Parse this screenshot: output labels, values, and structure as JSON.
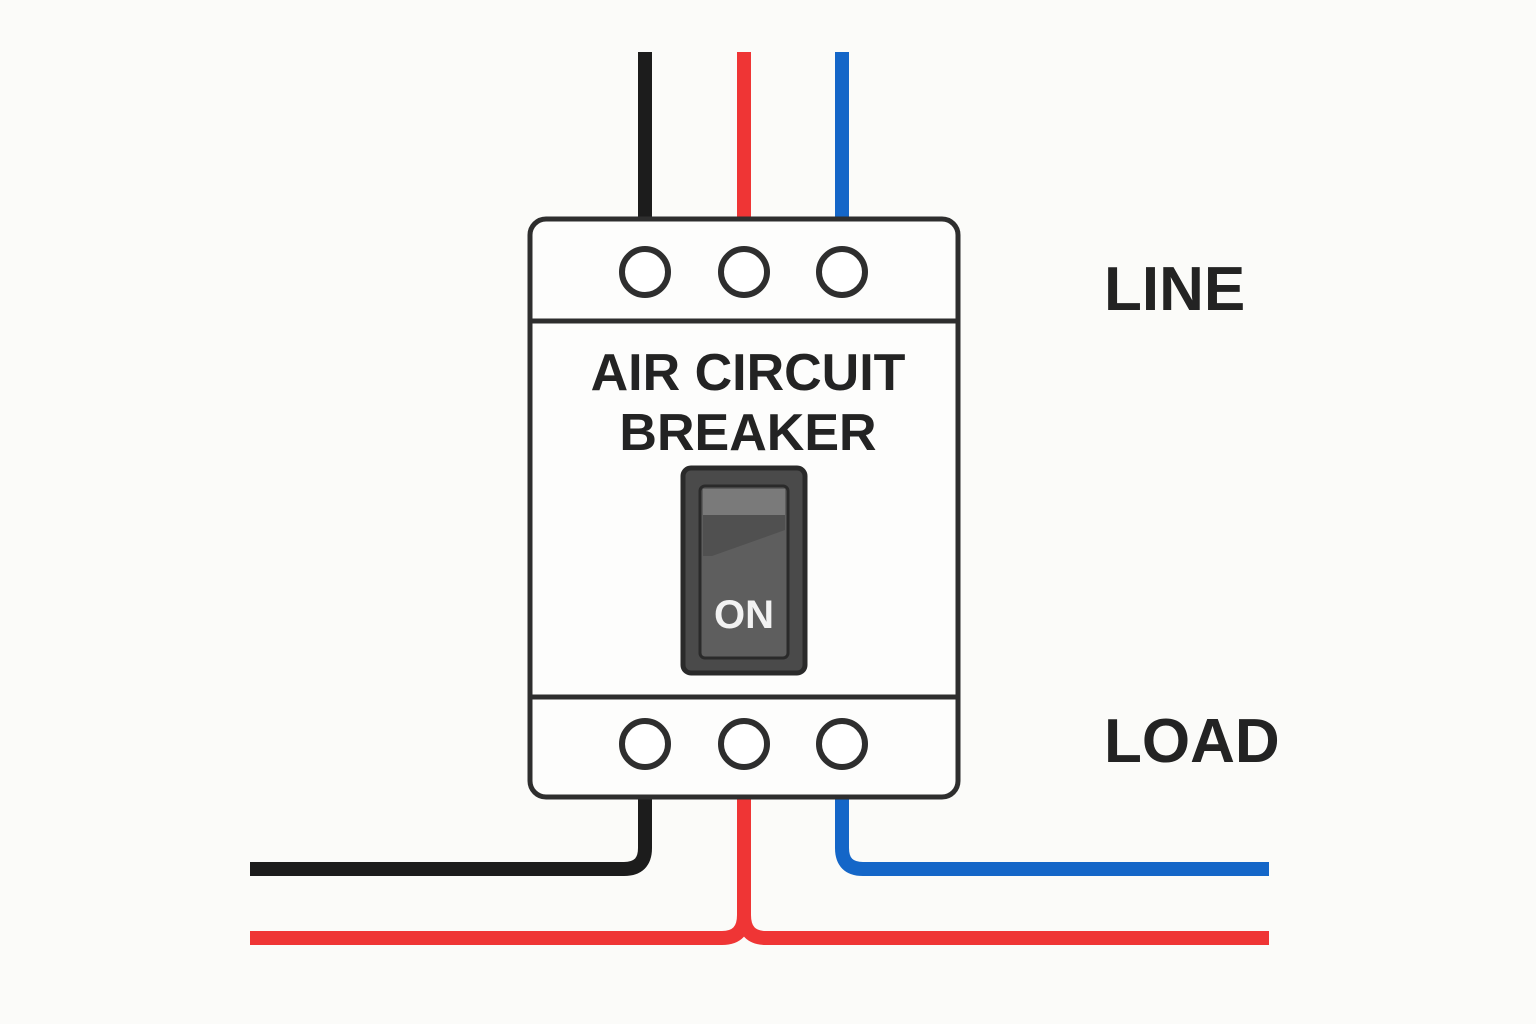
{
  "breaker": {
    "title_line1": "AIR CIRCUIT",
    "title_line2": "BREAKER",
    "switch_label": "ON",
    "switch_state": "on"
  },
  "labels": {
    "line": "LINE",
    "load": "LOAD"
  },
  "wires": {
    "line_side": [
      {
        "name": "black",
        "color": "#1c1c1c"
      },
      {
        "name": "red",
        "color": "#ef3535"
      },
      {
        "name": "blue",
        "color": "#1466c8"
      }
    ],
    "load_side": [
      {
        "name": "black",
        "color": "#1c1c1c"
      },
      {
        "name": "red",
        "color": "#ef3535"
      },
      {
        "name": "blue",
        "color": "#1466c8"
      }
    ]
  },
  "colors": {
    "background": "#fbfbf9",
    "outline": "#2e2e2e",
    "switch_housing": "#4a4a4a",
    "switch_rocker": "#5e5e5e",
    "switch_rocker_top": "#7a7a7a"
  }
}
